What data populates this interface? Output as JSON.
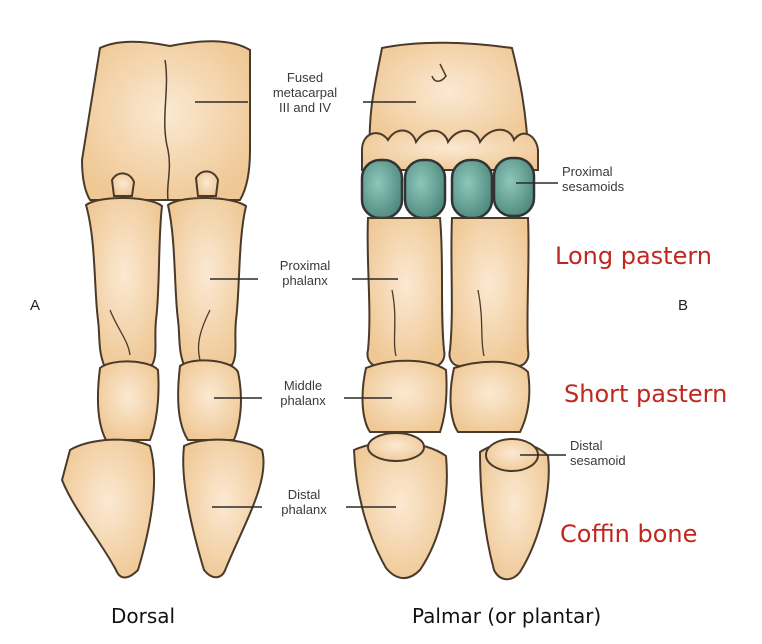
{
  "labels": {
    "fused": [
      "Fused",
      "metacarpal",
      "III and IV"
    ],
    "proximal_phalanx": [
      "Proximal",
      "phalanx"
    ],
    "middle_phalanx": [
      "Middle",
      "phalanx"
    ],
    "distal_phalanx": [
      "Distal",
      "phalanx"
    ],
    "proximal_sesamoids": [
      "Proximal",
      "sesamoids"
    ],
    "distal_sesamoid": [
      "Distal",
      "sesamoid"
    ]
  },
  "common_names": {
    "long": "Long pastern",
    "short": "Short pastern",
    "coffin": "Coffin bone"
  },
  "panel_letters": {
    "a": "A",
    "b": "B"
  },
  "view_captions": {
    "dorsal": "Dorsal",
    "palmar": "Palmar (or plantar)"
  },
  "colors": {
    "bone": "#f2cfa2",
    "bone_outline": "#4a3a2a",
    "sesamoid": "#6fa79b",
    "accent_red": "#c0281f"
  }
}
